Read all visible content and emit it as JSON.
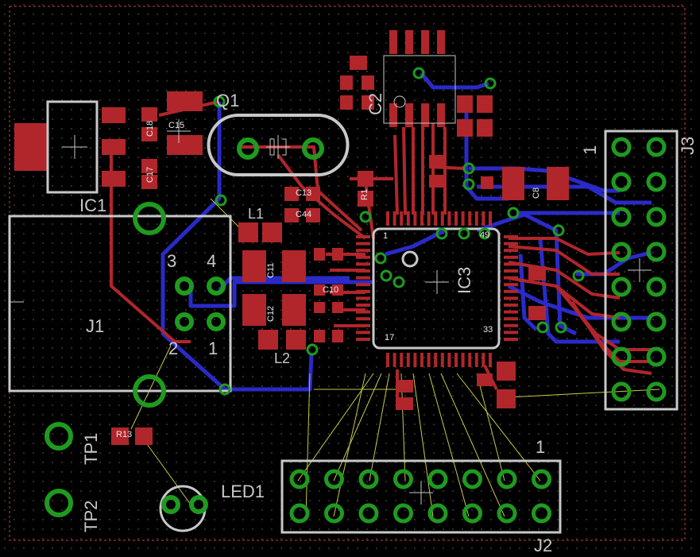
{
  "board": {
    "designators": {
      "ic1": "IC1",
      "ic3": "IC3",
      "j1": "J1",
      "j2": "J2",
      "j3": "J3",
      "q1": "Q1",
      "l1": "L1",
      "l2": "L2",
      "led1": "LED1",
      "tp1": "TP1",
      "tp2": "TP2",
      "c2": "C2",
      "c15": "C15",
      "c13": "C13",
      "c44": "C44",
      "c11": "C11",
      "c12": "C12",
      "c17": "C17",
      "c18": "C18",
      "r1": "R1",
      "r13": "R13",
      "c8": "C8",
      "c10": "C10"
    },
    "pin_labels": {
      "j1_pin1": "1",
      "j1_pin2": "2",
      "j1_pin3": "3",
      "j1_pin4": "4",
      "j2_pin1": "1",
      "j3_pin1": "1",
      "ic3_pin1": "1",
      "ic3_pin17": "17",
      "ic3_pin33": "33",
      "ic3_pin49": "49"
    },
    "colors": {
      "background": "#000000",
      "top_copper": "#b0262b",
      "bottom_copper": "#2a2ac8",
      "silkscreen": "#c8c8c8",
      "pad_ring": "#1f9a1f",
      "airwire": "#c8c84a",
      "board_outline": "#d04040"
    }
  }
}
